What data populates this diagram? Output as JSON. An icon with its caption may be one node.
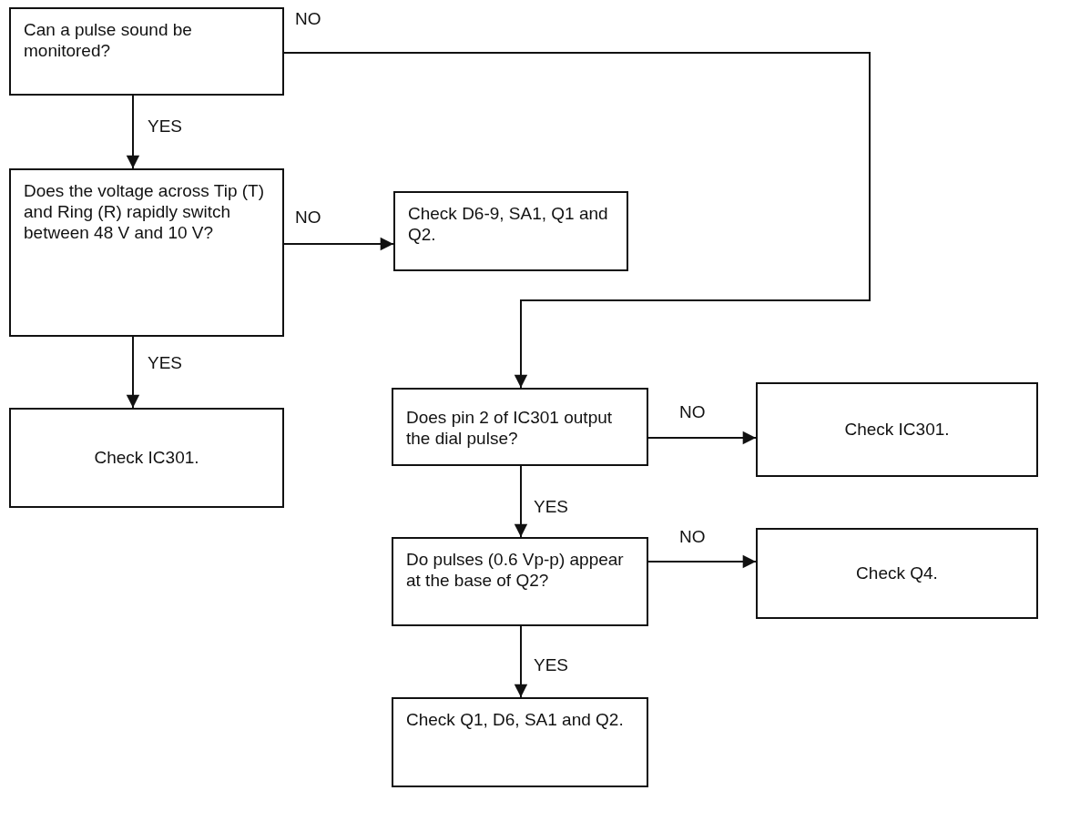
{
  "diagram": {
    "nodes": [
      {
        "text": [
          "Can a pulse sound be monitored?"
        ]
      },
      {
        "text": [
          "Does the voltage across Tip (T) and Ring (R) rapidly switch between 48 V and 10 V?"
        ]
      },
      {
        "text": [
          "Check D6-9, SA1, Q1 and Q2."
        ]
      },
      {
        "text": [
          "Check IC301."
        ]
      },
      {
        "text": [
          "Does pin 2 of IC301 output the dial pulse?"
        ]
      },
      {
        "text": [
          "Check IC301."
        ]
      },
      {
        "text": [
          "Do pulses (0.6 Vp-p) appear at the base of Q2?"
        ]
      },
      {
        "text": [
          "Check Q4."
        ]
      },
      {
        "text": [
          "Check Q1, D6, SA1 and Q2."
        ]
      }
    ],
    "edges": [
      {
        "from": 0,
        "to": 1,
        "arrow": "to",
        "label": "YES"
      },
      {
        "from": 1,
        "to": 2,
        "arrow": "to",
        "label": "NO"
      },
      {
        "from": 1,
        "to": 3,
        "arrow": "to",
        "label": "YES"
      },
      {
        "from": 0,
        "to": 4,
        "arrow": "to",
        "label": "NO"
      },
      {
        "from": 4,
        "to": 5,
        "arrow": "to",
        "label": "NO"
      },
      {
        "from": 4,
        "to": 6,
        "arrow": "to",
        "label": "YES"
      },
      {
        "from": 6,
        "to": 7,
        "arrow": "to",
        "label": "NO"
      },
      {
        "from": 6,
        "to": 8,
        "arrow": "to",
        "label": "YES"
      }
    ]
  }
}
